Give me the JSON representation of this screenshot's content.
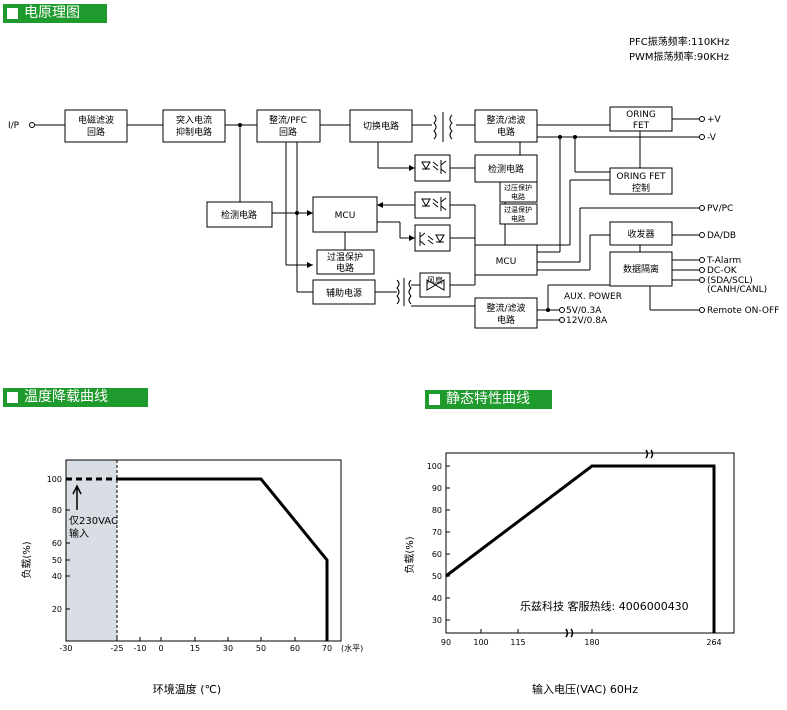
{
  "headers": {
    "block": "电原理图",
    "derating": "温度降载曲线",
    "static": "静态特性曲线"
  },
  "freq": {
    "pfc": "PFC振荡频率:110KHz",
    "pwm": "PWM振荡频率:90KHz"
  },
  "blocks": {
    "emi": [
      "电磁滤波",
      "回路"
    ],
    "inrush": [
      "突入电流",
      "抑制电路"
    ],
    "pfc": [
      "整流/PFC",
      "回路"
    ],
    "switch": "切换电路",
    "rect1": [
      "整流/滤波",
      "电路"
    ],
    "oring1": [
      "ORING",
      "FET"
    ],
    "oring2": [
      "ORING FET",
      "控制"
    ],
    "detect1": "检测电路",
    "ovp": [
      "过压保护",
      "电路"
    ],
    "otp1": [
      "过温保护",
      "电路"
    ],
    "detect2": "检测电路",
    "mcu1": "MCU",
    "mcu2": "MCU",
    "otp2": [
      "过温保护",
      "电路"
    ],
    "aux": "辅助电源",
    "fan": "风扇",
    "rect2": [
      "整流/滤波",
      "电路"
    ],
    "transceiver": "收发器",
    "isolation": "数据隔离"
  },
  "io": {
    "ip": "I/P",
    "vplus": "+V",
    "vminus": "-V",
    "pvpc": "PV/PC",
    "dadb": "DA/DB",
    "talarm": "T-Alarm",
    "dcok": "DC-OK",
    "sdascl": "(SDA/SCL)",
    "canh": "(CANH/CANL)",
    "remote": "Remote ON-OFF",
    "auxpower": "AUX. POWER",
    "v5": "5V/0.3A",
    "v12": "12V/0.8A"
  },
  "chart_data": [
    {
      "type": "line",
      "title": "",
      "xlabel": "环境温度 (℃)",
      "ylabel": "负载(%)",
      "x_ticks": [
        "-30",
        "-25",
        "-10",
        "0",
        "15",
        "30",
        "50",
        "60",
        "70"
      ],
      "x_unit_note": "(水平)",
      "y_ticks": [
        "100",
        "80",
        "60",
        "50",
        "40",
        "20"
      ],
      "xlim": [
        -30,
        80
      ],
      "ylim": [
        0,
        110
      ],
      "series": [
        {
          "style": "dashed",
          "points": [
            [
              -30,
              100
            ],
            [
              -25,
              100
            ]
          ]
        },
        {
          "style": "solid",
          "points": [
            [
              -25,
              100
            ],
            [
              50,
              100
            ],
            [
              70,
              50
            ],
            [
              70,
              0
            ]
          ]
        }
      ],
      "shaded_region": {
        "x": [
          -30,
          -25
        ]
      },
      "annotation": [
        "仅230VAC",
        "输入"
      ]
    },
    {
      "type": "line",
      "title": "",
      "xlabel": "输入电压(VAC) 60Hz",
      "ylabel": "负载(%)",
      "x_ticks": [
        "90",
        "100",
        "115",
        "180",
        "264"
      ],
      "y_ticks": [
        "100",
        "90",
        "80",
        "70",
        "60",
        "50",
        "40",
        "30"
      ],
      "ylim": [
        25,
        102
      ],
      "series": [
        {
          "points": [
            [
              90,
              50
            ],
            [
              180,
              100
            ],
            [
              264,
              100
            ],
            [
              264,
              25
            ]
          ]
        }
      ],
      "axis_breaks": true
    }
  ],
  "watermark": "乐兹科技 客服热线:  4006000430"
}
